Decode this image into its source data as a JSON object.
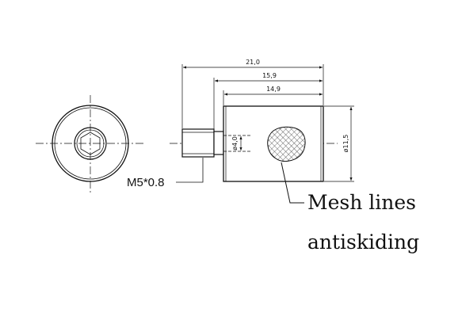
{
  "dimensions": {
    "overall_length": "21,0",
    "body_plus_neck": "15,9",
    "body_length": "14,9",
    "bore_diameter": "ø4,0",
    "outer_diameter": "ø11,5"
  },
  "callouts": {
    "thread": "M5*0.8",
    "mesh_line1": "Mesh lines",
    "mesh_line2": "antiskiding"
  }
}
